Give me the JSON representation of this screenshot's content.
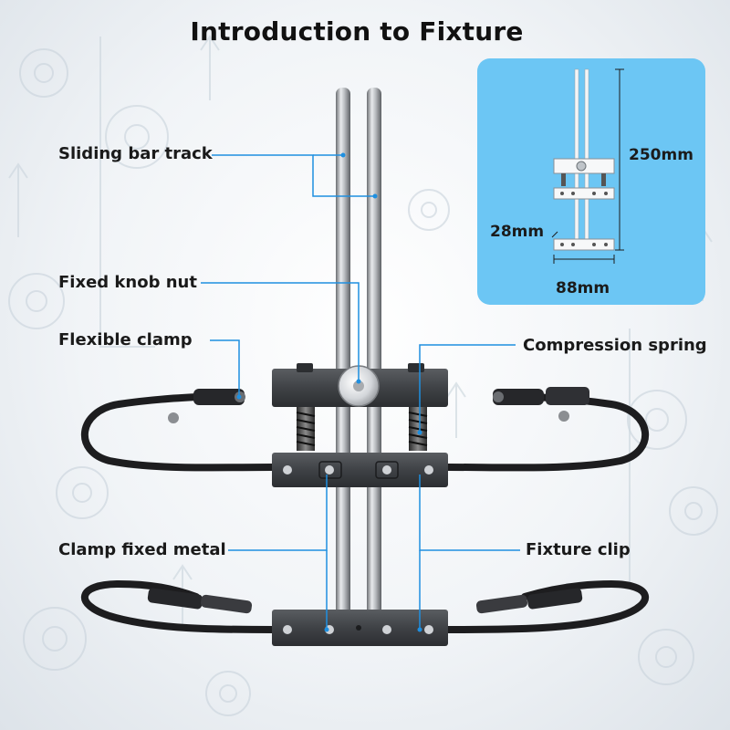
{
  "title": "Introduction to Fixture",
  "labels": {
    "sliding_bar_track": "Sliding bar track",
    "fixed_knob_nut": "Fixed knob nut",
    "flexible_clamp": "Flexible clamp",
    "compression_spring": "Compression spring",
    "clamp_fixed_metal": "Clamp fixed metal",
    "fixture_clip": "Fixture clip"
  },
  "dimensions": {
    "height": "250mm",
    "width": "88mm",
    "spacing": "28mm"
  },
  "colors": {
    "panel": "#6cc6f4",
    "leader": "#1e8fe0",
    "metal_dark": "#3f4246"
  }
}
